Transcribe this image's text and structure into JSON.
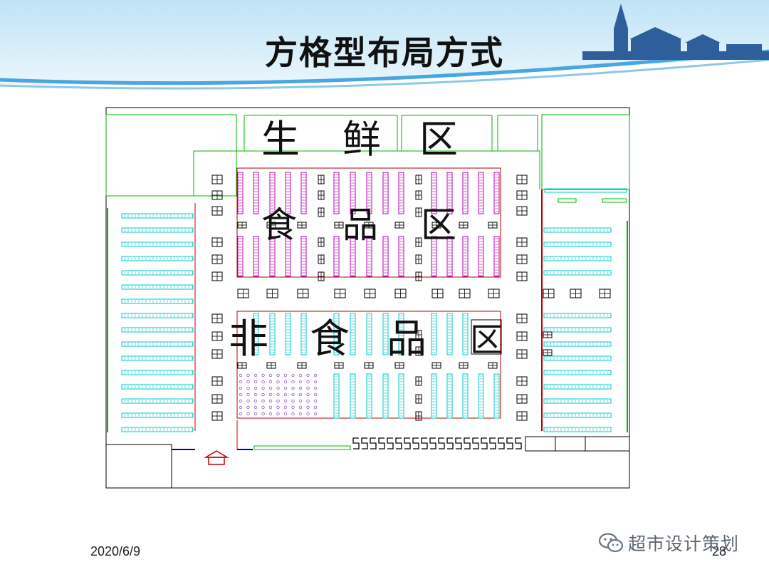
{
  "slide": {
    "title": "方格型布局方式",
    "date": "2020/6/9",
    "page_number": "28"
  },
  "plan": {
    "zones": {
      "fresh": [
        "生",
        "鲜",
        "区"
      ],
      "food": [
        "食",
        "品",
        "区"
      ],
      "nonfood": [
        "非",
        "食",
        "品",
        "区"
      ]
    }
  },
  "watermark": {
    "text": "超市设计策划",
    "icon": "wechat-icon"
  },
  "colors": {
    "outline": "#000000",
    "wall": "#00b400",
    "food_shelf": "#b400b4",
    "nonfood_shelf": "#00c8c8",
    "header_blue": "#4aa6de"
  }
}
